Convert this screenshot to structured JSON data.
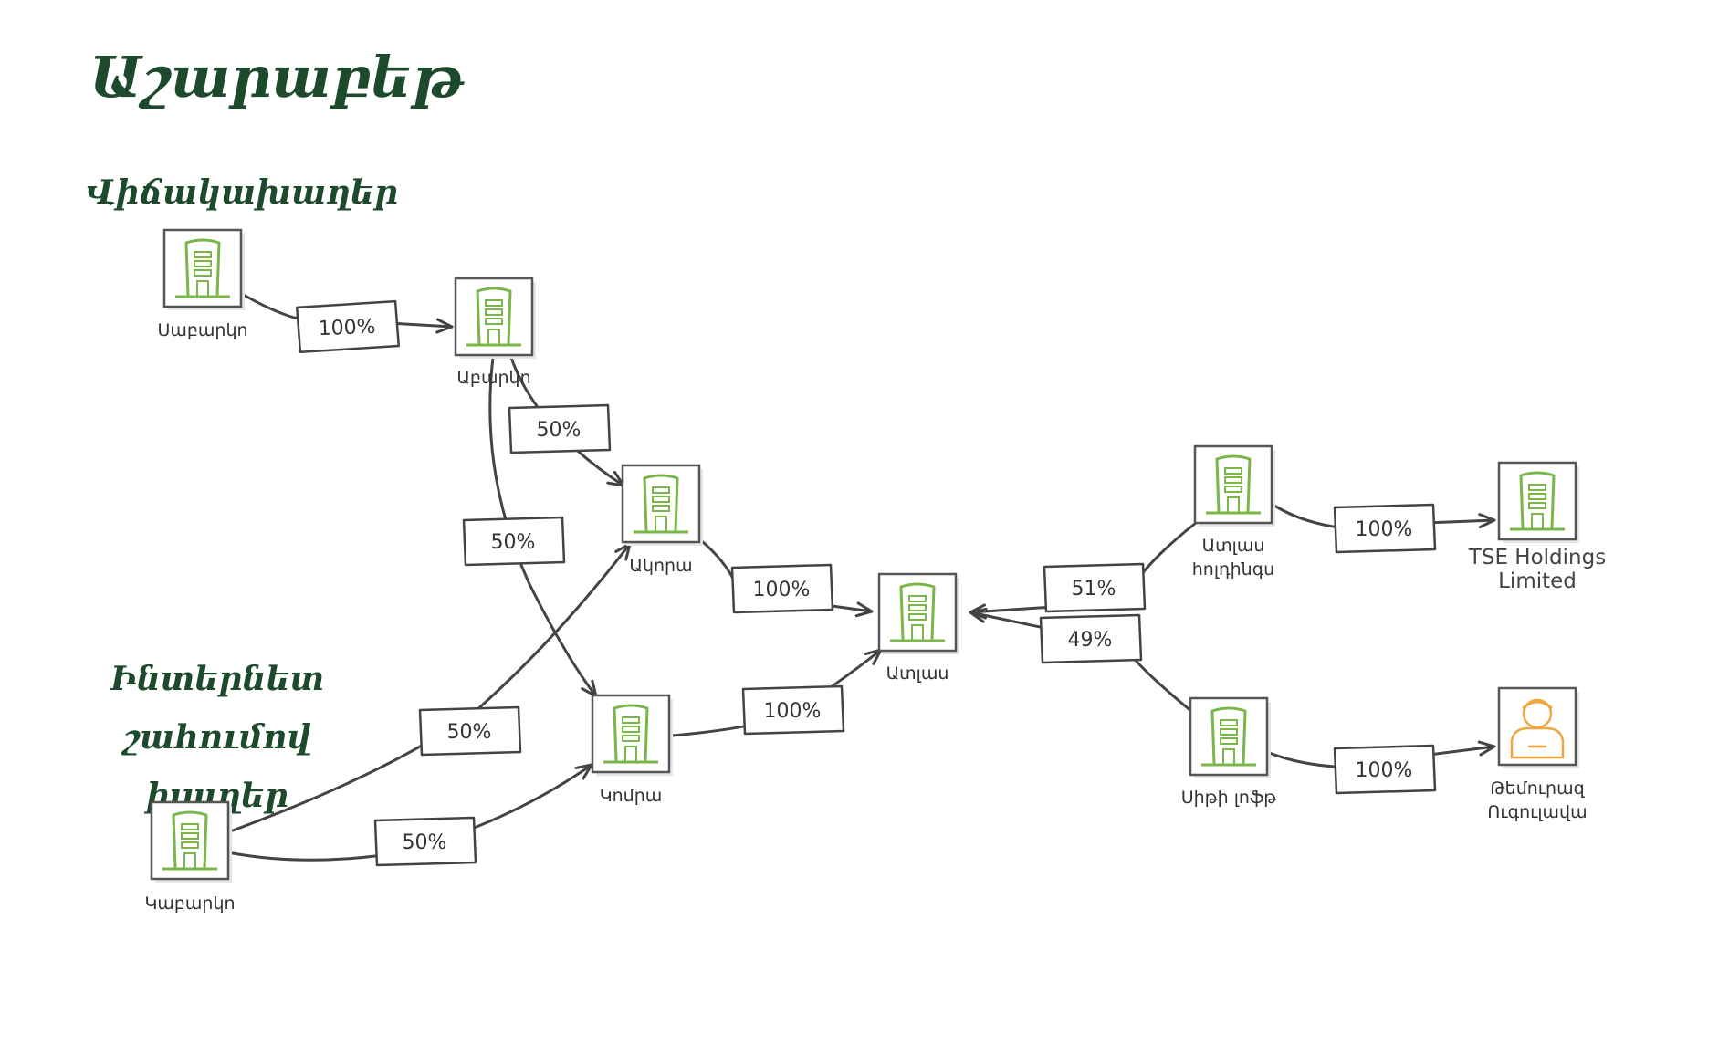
{
  "title": "Աշարաբեթ",
  "sections": {
    "competitors": "Վիճակախաղեր",
    "internet": [
      "Ինտերնետ շահումով",
      "խաղեր"
    ]
  },
  "nodes": [
    {
      "id": "sabarko",
      "type": "company",
      "label": [
        "Սաբարկո"
      ]
    },
    {
      "id": "abarko",
      "type": "company",
      "label": [
        "Աբարկո"
      ]
    },
    {
      "id": "akora",
      "type": "company",
      "label": [
        "Ակորա"
      ]
    },
    {
      "id": "komra",
      "type": "company",
      "label": [
        "Կոմրա"
      ]
    },
    {
      "id": "karbarko",
      "type": "company",
      "label": [
        "Կաբարկո"
      ]
    },
    {
      "id": "atlas",
      "type": "company",
      "label": [
        "Ատլաս"
      ]
    },
    {
      "id": "atlas_h",
      "type": "company",
      "label": [
        "Ատլաս",
        "հոլդինգս"
      ]
    },
    {
      "id": "tse",
      "type": "company",
      "label": [
        "TSE Holdings",
        "Limited"
      ]
    },
    {
      "id": "sitilof",
      "type": "company",
      "label": [
        "Սիթի լոֆթ"
      ]
    },
    {
      "id": "person",
      "type": "person",
      "label": [
        "Թեմուրազ",
        "Ուգուլավա"
      ]
    }
  ],
  "edges": [
    {
      "from": "sabarko",
      "to": "abarko",
      "percent": "100%"
    },
    {
      "from": "abarko",
      "to": "akora",
      "percent": "50%"
    },
    {
      "from": "abarko",
      "to": "komra",
      "percent": "50%"
    },
    {
      "from": "karbarko",
      "to": "akora",
      "percent": "50%"
    },
    {
      "from": "karbarko",
      "to": "komra",
      "percent": "50%"
    },
    {
      "from": "akora",
      "to": "atlas",
      "percent": "100%"
    },
    {
      "from": "komra",
      "to": "atlas",
      "percent": "100%"
    },
    {
      "from": "atlas_h",
      "to": "atlas",
      "percent": "51%"
    },
    {
      "from": "sitilof",
      "to": "atlas",
      "percent": "49%"
    },
    {
      "from": "atlas_h",
      "to": "tse",
      "percent": "100%"
    },
    {
      "from": "sitilof",
      "to": "person",
      "percent": "100%"
    }
  ],
  "colors": {
    "title": "#1d4a2c",
    "building_icon": "#7ab648",
    "person_icon": "#f0a640",
    "line": "#444444"
  }
}
